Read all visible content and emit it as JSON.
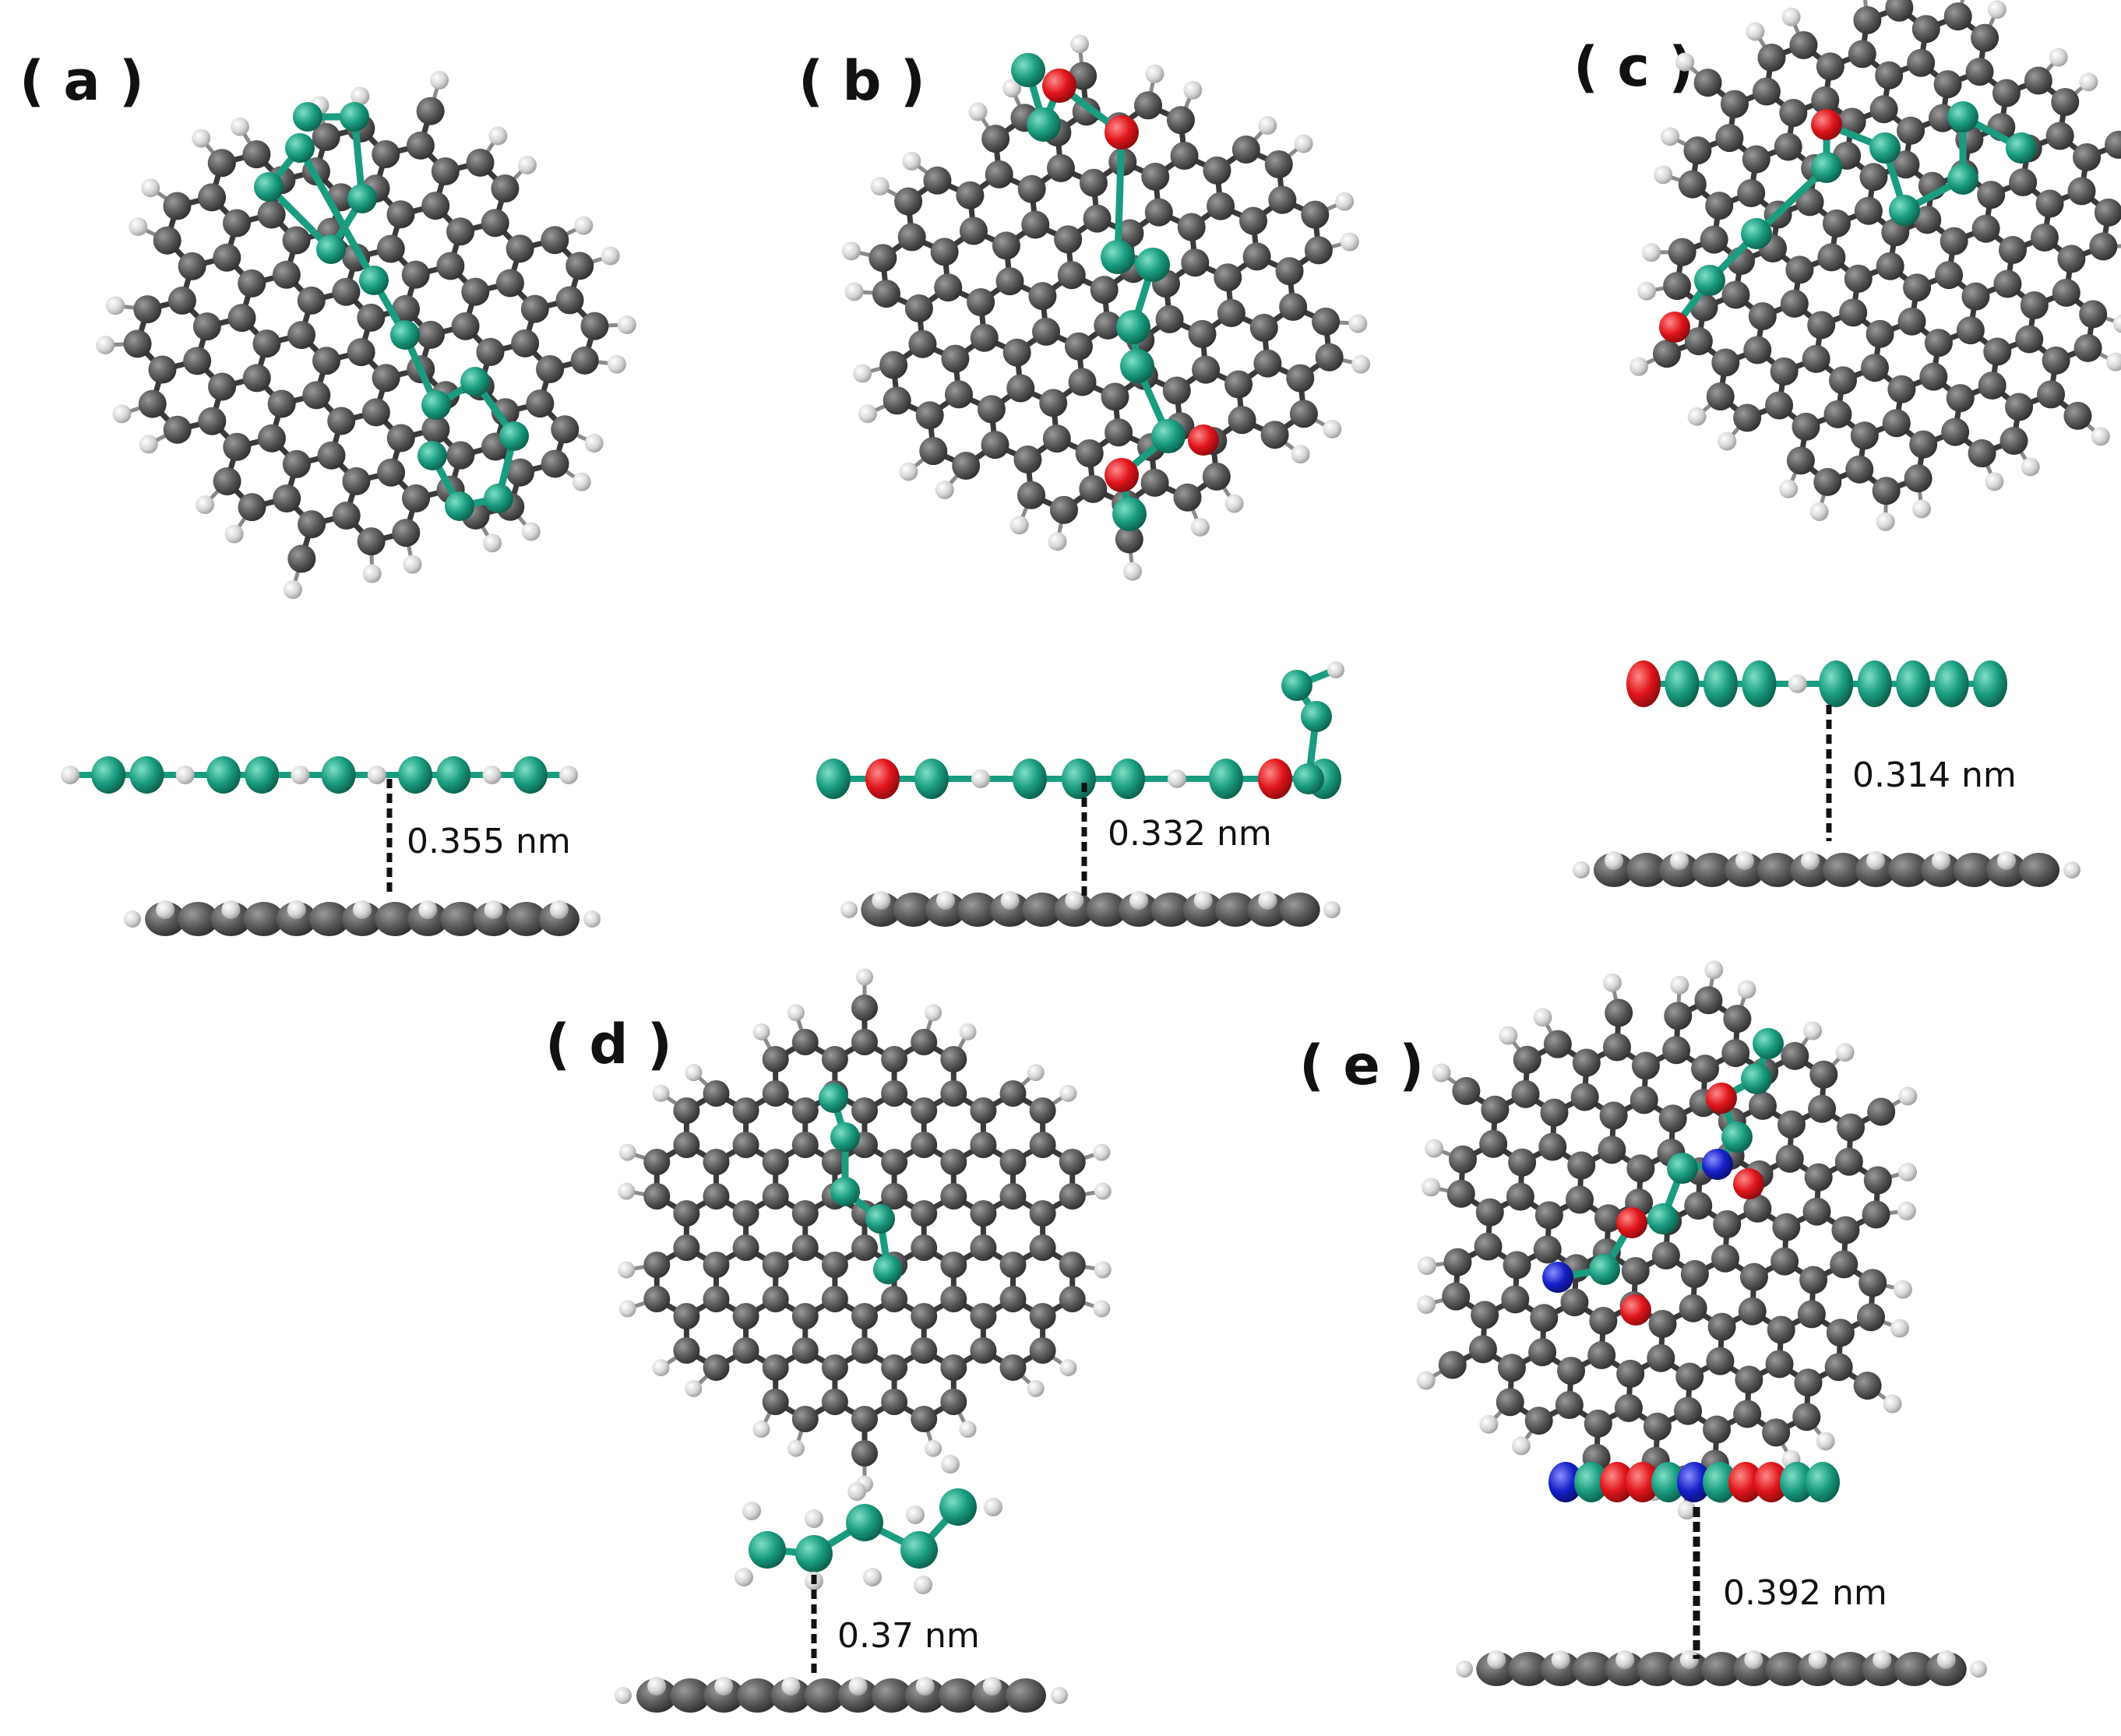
{
  "colors": {
    "carbon_substrate": "#5a5a5a",
    "hydrogen": "#d8d8d8",
    "adsorbate_carbon": "#1a9c80",
    "oxygen": "#e0151b",
    "nitrogen": "#1520c8",
    "bond": "#3a3a3a",
    "adsorbate_bond": "#1a9c80"
  },
  "panels": [
    {
      "id": "a",
      "label": "( a )",
      "distance": "0.355 nm",
      "heteroatoms": []
    },
    {
      "id": "b",
      "label": "( b )",
      "distance": "0.332 nm",
      "heteroatoms": [
        "oxygen"
      ]
    },
    {
      "id": "c",
      "label": "( c )",
      "distance": "0.314 nm",
      "heteroatoms": [
        "oxygen"
      ]
    },
    {
      "id": "d",
      "label": "( d )",
      "distance": "0.37 nm",
      "heteroatoms": []
    },
    {
      "id": "e",
      "label": "( e )",
      "distance": "0.392 nm",
      "heteroatoms": [
        "oxygen",
        "nitrogen"
      ]
    }
  ]
}
